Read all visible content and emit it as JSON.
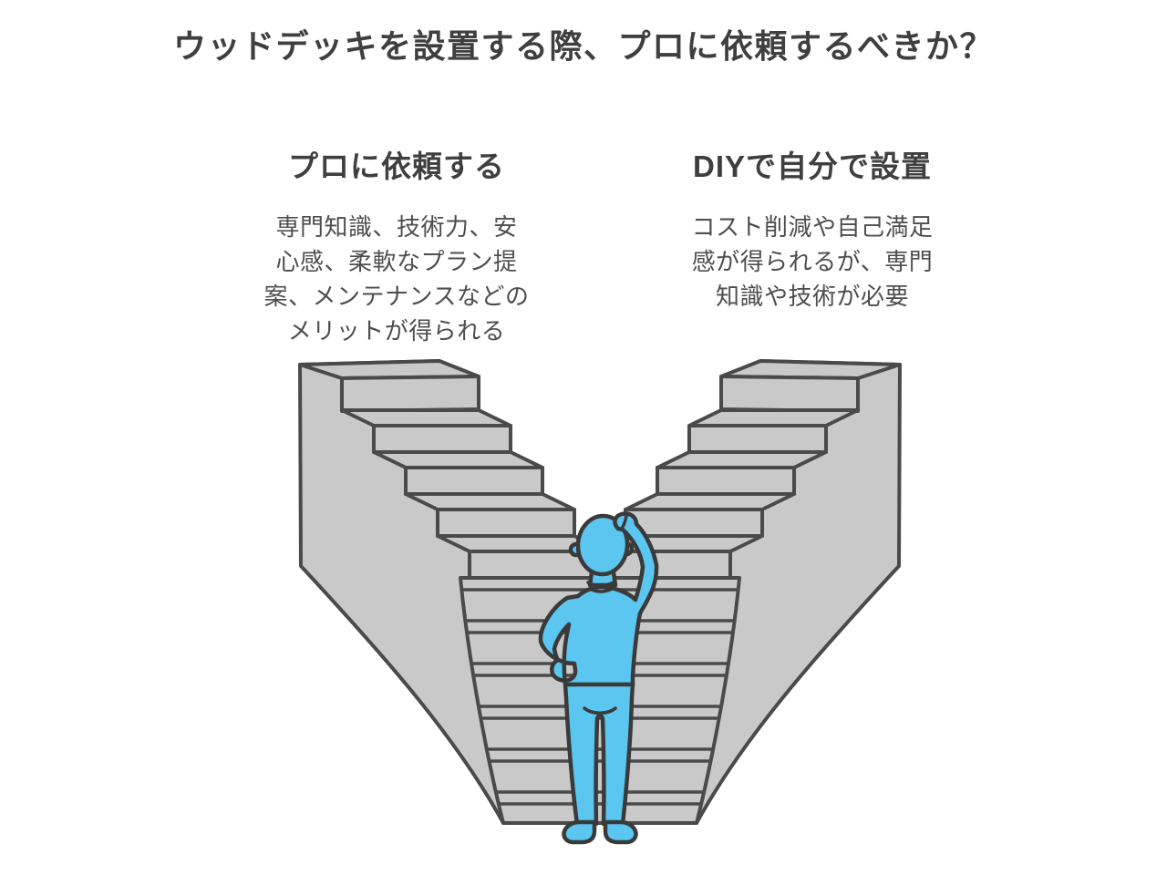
{
  "title": "ウッドデッキを設置する際、プロに依頼するべきか？",
  "options": {
    "left": {
      "heading": "プロに依頼する",
      "body_lines": [
        "専門知識、技術力、安",
        "心感、柔軟なプラン提",
        "案、メンテナンスなどの",
        "メリットが得られる"
      ]
    },
    "right": {
      "heading": "DIYで自分で設置",
      "body_lines": [
        "コスト削減や自己満足",
        "感が得られるが、専門",
        "知識や技術が必要"
      ]
    }
  },
  "illustration": {
    "figure": "person-scratching-head-icon",
    "left_path": "staircase-left",
    "right_path": "staircase-right"
  },
  "colors": {
    "background": "#ffffff",
    "text_strong": "#3f3f3f",
    "text_body": "#4e4e4e",
    "stair_fill": "#c9c9c9",
    "stair_outline": "#4a4a4a",
    "person_fill": "#5bc6f0",
    "person_outline": "#3a3a3a"
  }
}
